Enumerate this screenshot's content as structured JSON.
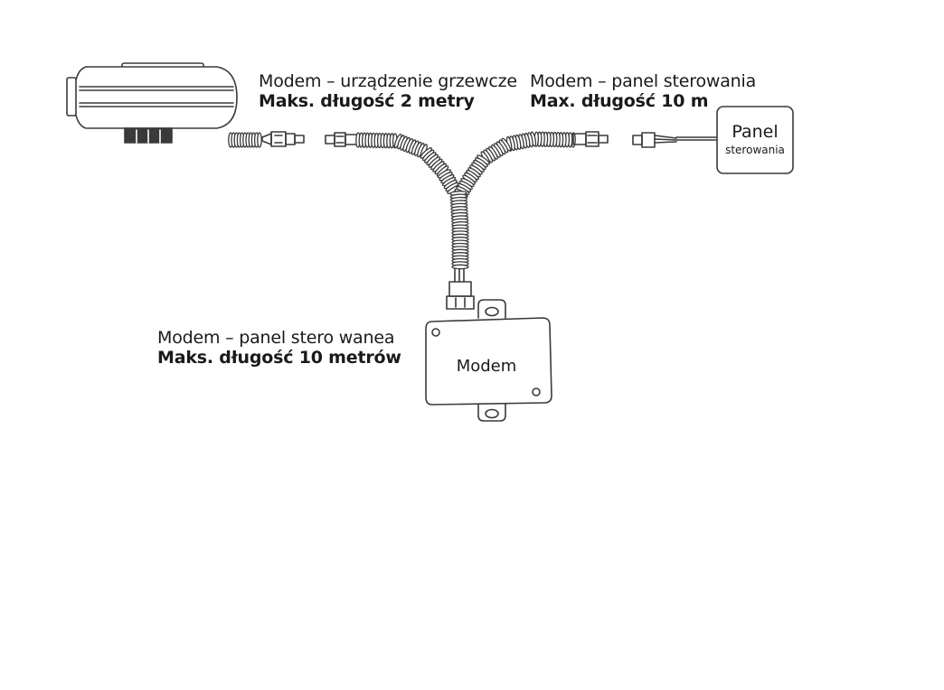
{
  "labels": {
    "heater_link": {
      "title": "Modem – urządzenie grzewcze",
      "max_length": "Maks. długość 2 metry"
    },
    "panel_link": {
      "title": "Modem – panel sterowania",
      "max_length": "Max. długość 10 m"
    },
    "modem_panel_link": {
      "title": "Modem – panel stero wanea",
      "max_length": "Maks. długość 10 metrów"
    }
  },
  "devices": {
    "panel": {
      "line1": "Panel",
      "line2": "sterowania"
    },
    "modem": {
      "label": "Modem"
    }
  },
  "colors": {
    "stroke": "#3a3a3a",
    "background": "#ffffff",
    "text": "#1a1a1a"
  }
}
